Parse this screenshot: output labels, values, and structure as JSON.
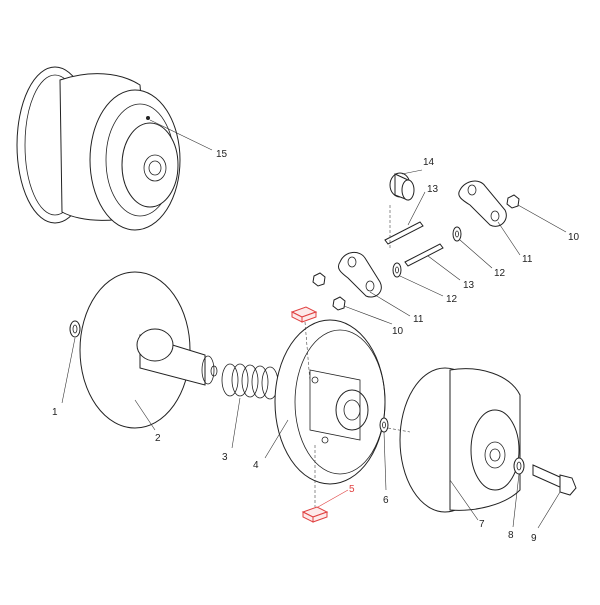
{
  "diagram": {
    "accent_color": "#e04040",
    "line_color": "#222222",
    "callouts": [
      {
        "id": "1",
        "label": "1"
      },
      {
        "id": "2",
        "label": "2"
      },
      {
        "id": "3",
        "label": "3"
      },
      {
        "id": "4",
        "label": "4"
      },
      {
        "id": "5",
        "label": "5",
        "highlighted": true
      },
      {
        "id": "6",
        "label": "6"
      },
      {
        "id": "7",
        "label": "7"
      },
      {
        "id": "8",
        "label": "8"
      },
      {
        "id": "9",
        "label": "9"
      },
      {
        "id": "10a",
        "label": "10"
      },
      {
        "id": "10b",
        "label": "10"
      },
      {
        "id": "11a",
        "label": "11"
      },
      {
        "id": "11b",
        "label": "11"
      },
      {
        "id": "12a",
        "label": "12"
      },
      {
        "id": "12b",
        "label": "12"
      },
      {
        "id": "13a",
        "label": "13"
      },
      {
        "id": "13b",
        "label": "13"
      },
      {
        "id": "14",
        "label": "14"
      },
      {
        "id": "15",
        "label": "15"
      }
    ]
  }
}
